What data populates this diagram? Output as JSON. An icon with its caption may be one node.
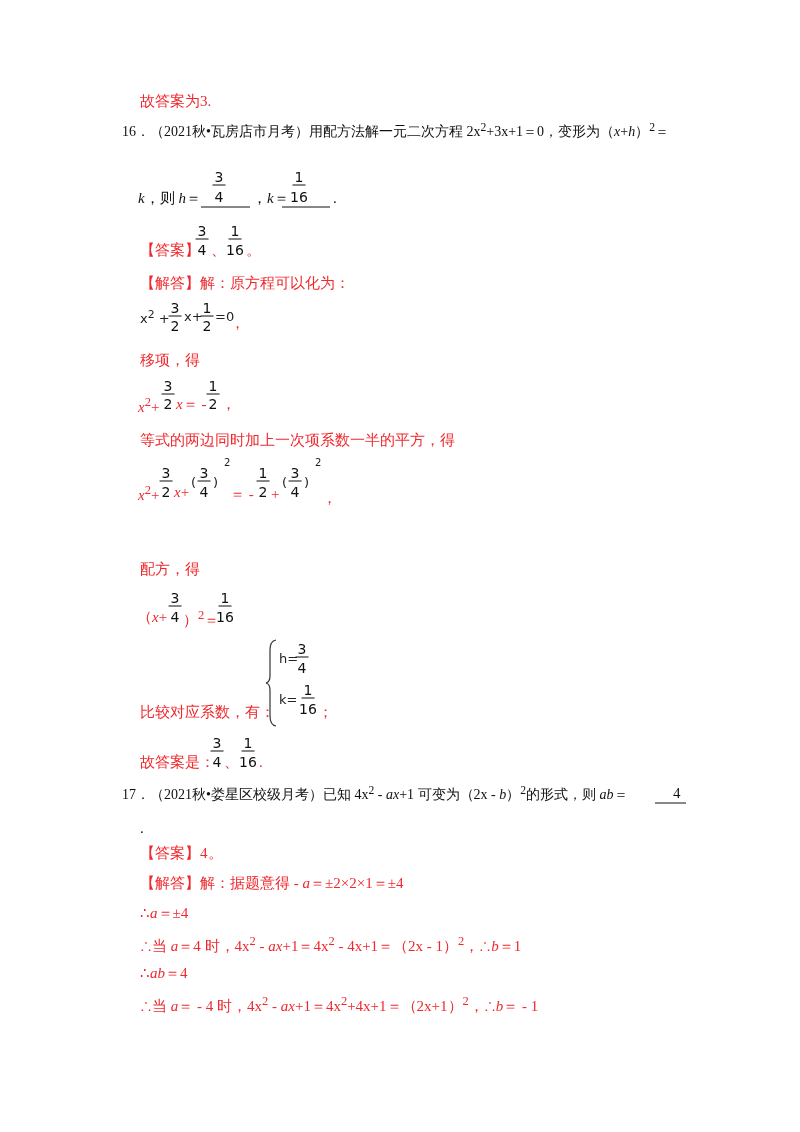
{
  "diagram": {
    "labels": [
      "故答案为3.",
      "16．（2021秋•瓦房店市月考）用配方法解一元二次方程 2x$^{2}$+3x+1＝0，变形为（*x*+*h*）$^{2}$＝",
      "*k*，则 *h*＝",
      "3",
      "4",
      "，*k*＝",
      "1",
      "16",
      ".",
      "【答案】",
      "3",
      "4",
      "、",
      "1",
      "16",
      "。",
      "【解答】解：原方程可以化为：",
      "x$^{2}$ +",
      "3",
      "2",
      "x+",
      "1",
      "2",
      "=0",
      "，",
      "移项，得",
      "*x*$^{2}$+",
      "3",
      "2",
      "*x*＝ -",
      "1",
      "2",
      "，",
      "等式的两边同时加上一次项系数一半的平方，得",
      "*x*$^{2}$+",
      "3",
      "2",
      "*x*+",
      "(",
      "3",
      "4",
      ")",
      "2",
      "＝ -",
      "1",
      "2",
      "+",
      "(",
      "3",
      "4",
      ")",
      "2",
      "，",
      "配方，得",
      "（*x*+",
      "3",
      "4",
      "）$^{2}$＝",
      "1",
      "16",
      "比较对应系数，有：",
      "h=",
      "3",
      "4",
      "k=",
      "1",
      "16",
      "；",
      "故答案是：",
      "3",
      "4",
      "、",
      "1",
      "16",
      ".",
      "17．（2021秋•娄星区校级月考）已知 4x$^{2}$ - *ax*+1 可变为（2x - *b*）$^{2}$的形式，则 *ab*＝",
      "4",
      ".",
      "【答案】4。",
      "【解答】解：据题意得 - *a*＝±2×2×1＝±4",
      "∴*a*＝±4",
      "∴当 *a*＝4 时，4x$^{2}$ - *ax*+1＝4x$^{2}$ - 4x+1＝（2x - 1）$^{2}$，∴*b*＝1",
      "∴*ab*＝4",
      "∴当 *a*＝ - 4 时，4x$^{2}$ - *ax*+1＝4x$^{2}$+4x+1＝（2x+1）$^{2}$，∴*b*＝ - 1"
    ]
  }
}
